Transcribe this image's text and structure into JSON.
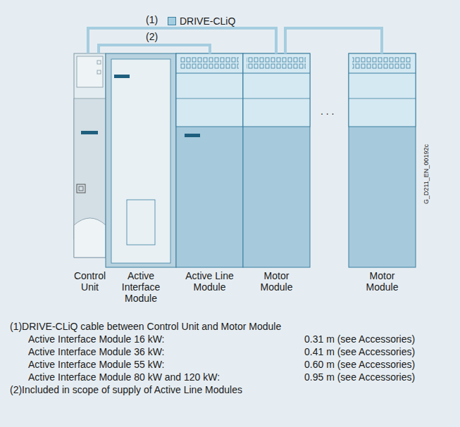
{
  "diagram": {
    "nodes": [
      {
        "text": [
          "Control Unit"
        ]
      },
      {
        "text": [
          "Active Interface Module"
        ]
      },
      {
        "text": [
          "Active Line Module"
        ]
      },
      {
        "text": [
          "Motor Module"
        ]
      },
      {
        "text": [
          "Motor Module"
        ]
      }
    ],
    "edges": [
      {
        "from": 0,
        "to": 3,
        "arrow": "none",
        "label": "(1)"
      },
      {
        "from": 0,
        "to": 2,
        "arrow": "none",
        "label": "(2)"
      },
      {
        "from": 3,
        "to": 4,
        "arrow": "none"
      }
    ],
    "labels": [
      ". . .",
      "G_D211_EN_00192c",
      "(1)DRIVE-CLiQ cable between Control Unit and Motor Module",
      "Active Interface Module 16 kW:",
      "0.31 m (see Accessories)",
      "Active Interface Module 36 kW:",
      "0.41 m (see Accessories)",
      "Active Interface Module 55 kW:",
      "0.60 m (see Accessories)",
      "Active Interface Module 80 kW and 120 kW:",
      "0.95 m (see Accessories)",
      "(2)Included in scope of supply of Active Line Modules"
    ],
    "legend": [
      {
        "text": "DRIVE-CLiQ",
        "color": "#a5cde0"
      }
    ]
  }
}
